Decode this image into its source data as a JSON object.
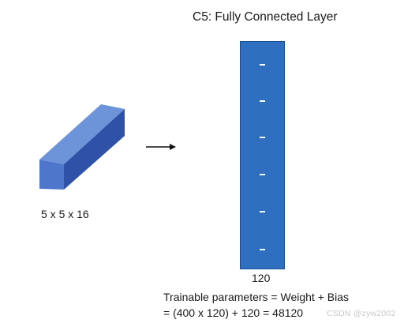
{
  "title": "C5: Fully Connected Layer",
  "input_volume": {
    "label": "5 x 5 x 16"
  },
  "fc_layer": {
    "neuron_count": "120",
    "marker_count": 6
  },
  "formula": {
    "line1": "Trainable parameters = Weight + Bias",
    "line2": "= (400 x 120) + 120 = 48120"
  },
  "watermark": "CSDN @zyw2002"
}
